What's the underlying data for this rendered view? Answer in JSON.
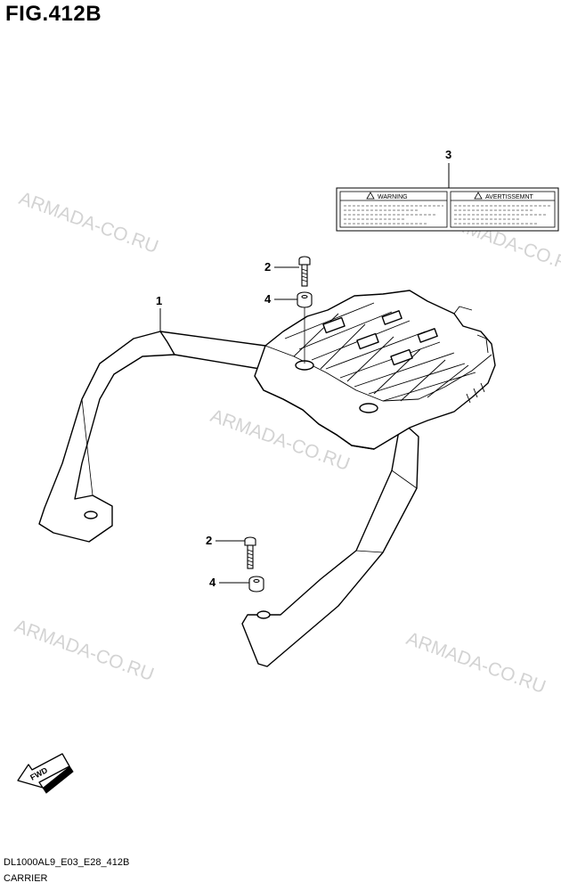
{
  "figure": {
    "title": "FIG.412B"
  },
  "callouts": {
    "carrier": "1",
    "bolt": "2",
    "label": "3",
    "washer": "4"
  },
  "warning_label": {
    "left_heading": "WARNING",
    "right_heading": "AVERTISSEMNT"
  },
  "watermark": "ARMADA-CO.RU",
  "direction_arrow": "FWD",
  "footer": {
    "code": "DL1000AL9_E03_E28_412B",
    "name": "CARRIER"
  }
}
